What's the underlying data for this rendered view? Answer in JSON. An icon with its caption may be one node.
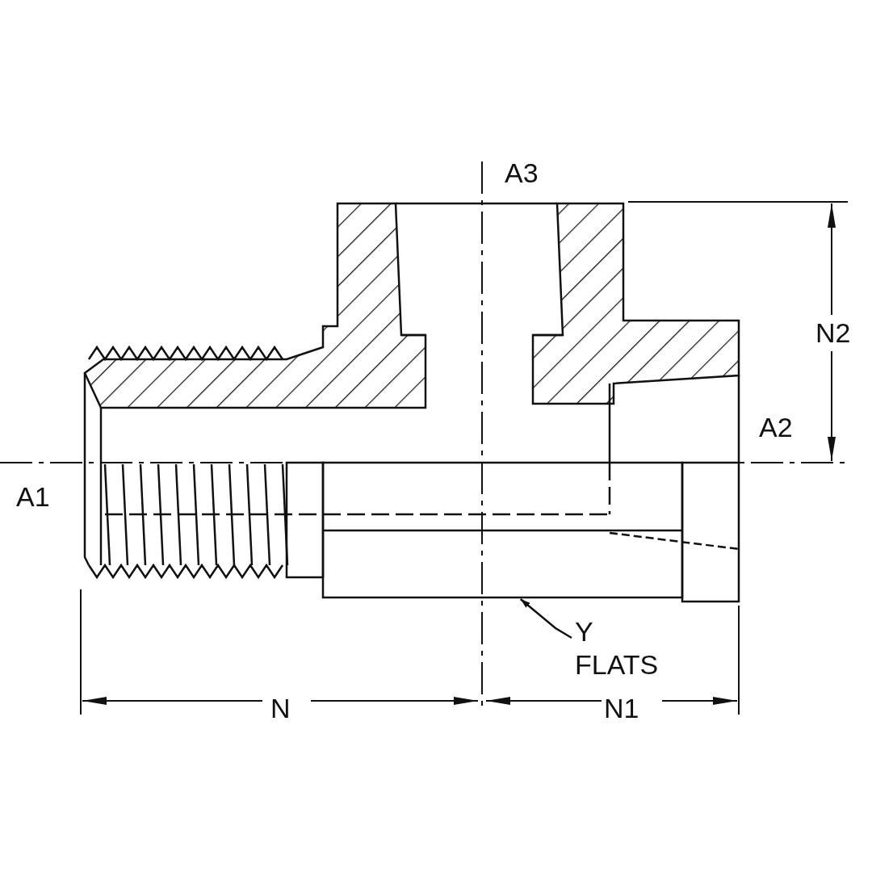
{
  "diagram": {
    "nodes": [
      {
        "text": [
          "Y FLATS"
        ]
      },
      {
        "text": [],
        "shape": "box"
      }
    ],
    "edges": [
      {
        "from": 0,
        "to": 1,
        "arrow": "to"
      }
    ],
    "labels": [
      "A3",
      "N2",
      "A2",
      "A1",
      "N",
      "N1"
    ]
  }
}
